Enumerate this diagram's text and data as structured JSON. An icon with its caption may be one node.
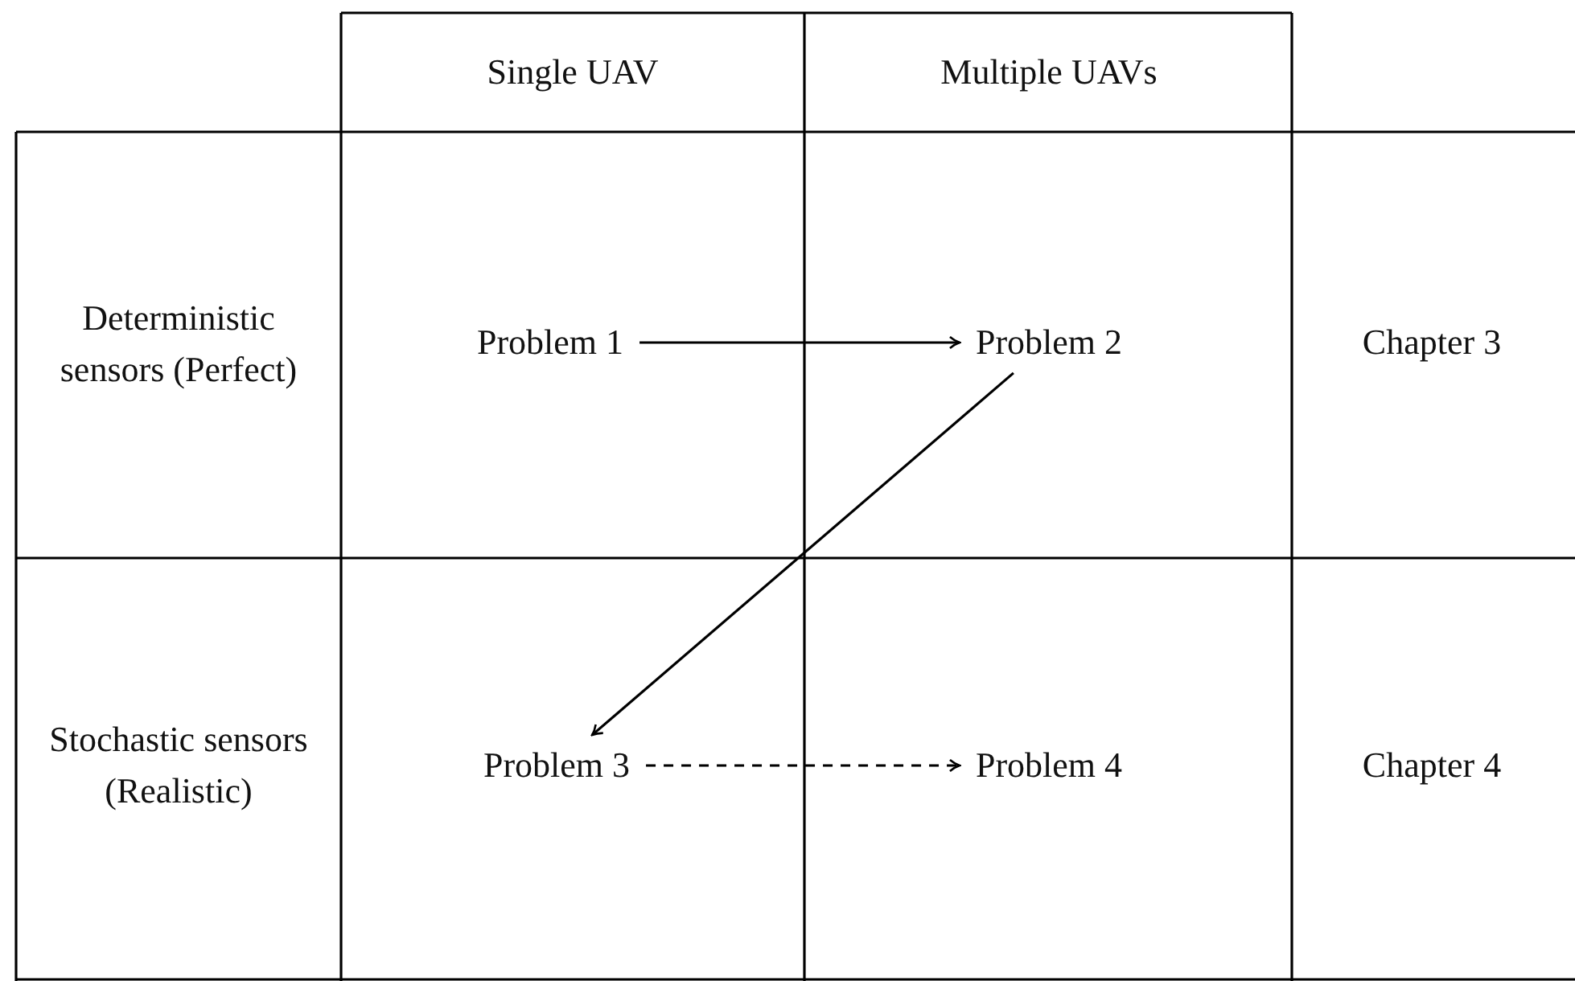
{
  "diagram": {
    "nodes": [
      {
        "text": [
          "Problem 1"
        ]
      },
      {
        "text": [
          "Problem 2"
        ]
      },
      {
        "text": [
          "Problem 3"
        ]
      },
      {
        "text": [
          "Problem 4"
        ]
      }
    ],
    "edges": [
      {
        "from": 0,
        "to": 1,
        "arrow": "to"
      },
      {
        "from": 1,
        "to": 2,
        "arrow": "to"
      },
      {
        "from": 2,
        "to": 3,
        "arrow": "to",
        "style": "dashed"
      }
    ],
    "labels": [
      "Single UAV",
      "Multiple UAVs",
      "Deterministic sensors (Perfect)",
      "Chapter 3",
      "Stochastic sensors (Realistic)",
      "Chapter 4"
    ]
  }
}
